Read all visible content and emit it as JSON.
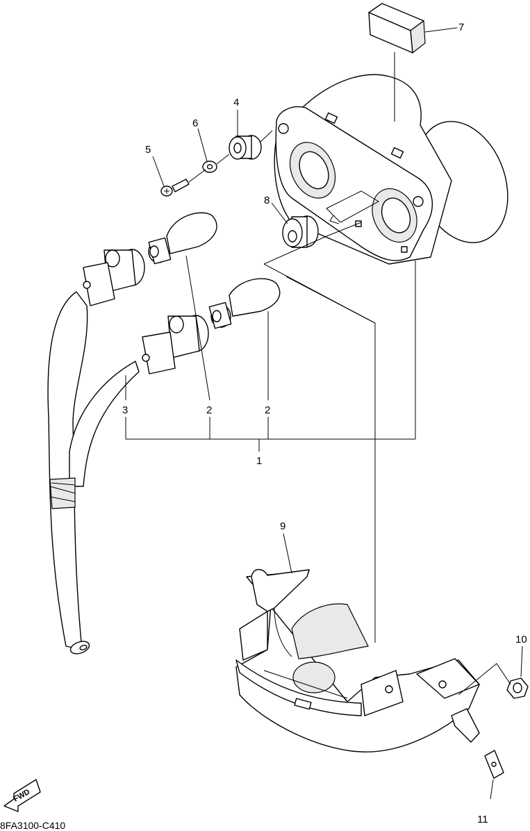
{
  "diagram": {
    "callouts": {
      "c1": "1",
      "c2a": "2",
      "c2b": "2",
      "c3": "3",
      "c4": "4",
      "c5": "5",
      "c6": "6",
      "c7": "7",
      "c8": "8",
      "c9": "9",
      "c10": "10",
      "c11": "11"
    },
    "fwd_label": "FWD",
    "drawing_code": "8FA3100-C410"
  }
}
